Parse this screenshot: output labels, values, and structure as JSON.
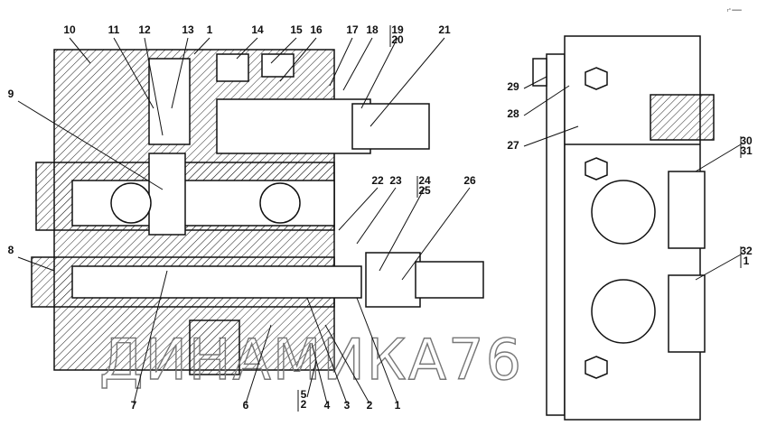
{
  "drawing": {
    "corner_mark": "г° ═══",
    "watermark": "ДИНАМИКА76",
    "callouts": [
      "10",
      "11",
      "12",
      "13",
      "1",
      "14",
      "15",
      "16",
      "17",
      "18",
      "19",
      "20",
      "21",
      "9",
      "22",
      "23",
      "24",
      "25",
      "26",
      "8",
      "7",
      "6",
      "5",
      "2",
      "4",
      "3",
      "2",
      "1",
      "29",
      "28",
      "27",
      "30",
      "31",
      "32",
      "1"
    ]
  }
}
